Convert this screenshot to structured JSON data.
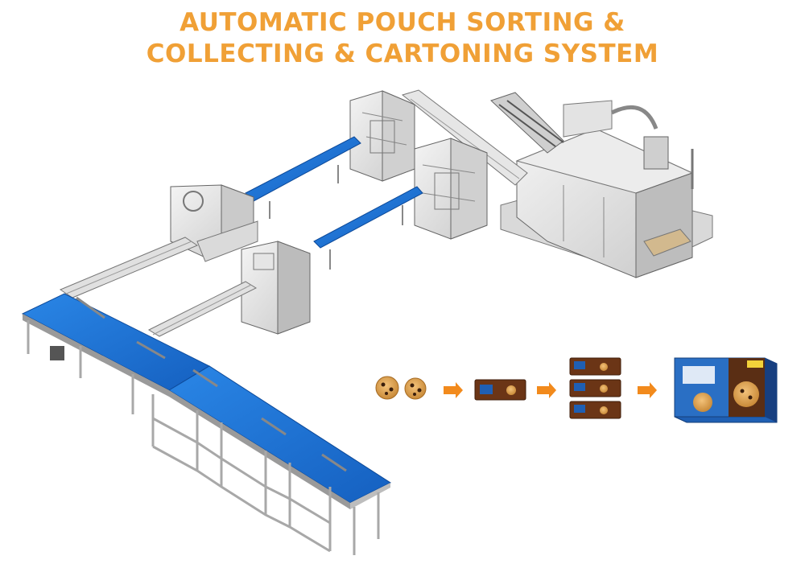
{
  "header": {
    "title_line1": "AUTOMATIC POUCH SORTING &",
    "title_line2": "COLLECTING & CARTONING SYSTEM"
  },
  "colors": {
    "title": "#f0a036",
    "conveyor_belt": "#1a74d6",
    "arrow": "#f28a1c",
    "pouch": "#5a2e14",
    "carton": "#1f5fb3"
  },
  "process_flow": {
    "steps": [
      {
        "name": "cookies",
        "icon": "cookie-icon"
      },
      {
        "name": "single-pouch",
        "icon": "pouch-icon"
      },
      {
        "name": "stacked-pouches",
        "icon": "pouch-stack-icon"
      },
      {
        "name": "carton-box",
        "icon": "carton-icon"
      }
    ],
    "arrow_icon": "arrow-right-icon"
  },
  "machinery": {
    "icons": [
      "conveyor-icon",
      "flow-wrapper-icon",
      "sorting-robot-icon",
      "cartoner-icon"
    ]
  }
}
